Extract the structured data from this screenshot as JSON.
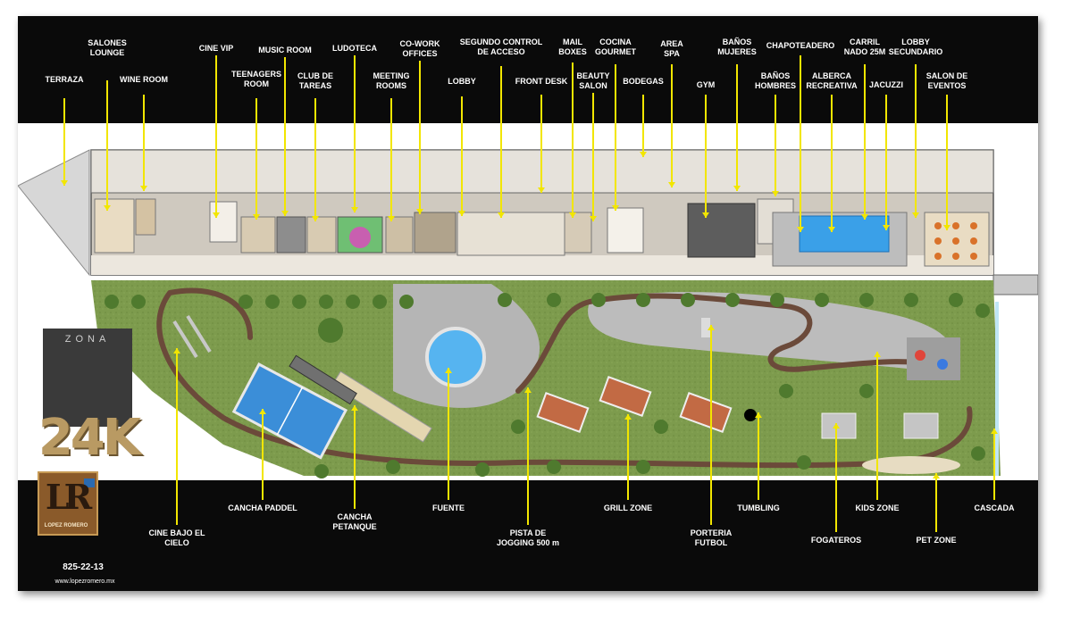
{
  "top_labels": [
    {
      "id": "terraza",
      "text": "TERRAZA"
    },
    {
      "id": "salones-lounge",
      "text": "SALONES\nLOUNGE"
    },
    {
      "id": "wine-room",
      "text": "WINE ROOM"
    },
    {
      "id": "cine-vip",
      "text": "CINE VIP"
    },
    {
      "id": "teenagers-room",
      "text": "TEENAGERS\nROOM"
    },
    {
      "id": "music-room",
      "text": "MUSIC ROOM"
    },
    {
      "id": "club-de-tareas",
      "text": "CLUB DE\nTAREAS"
    },
    {
      "id": "ludoteca",
      "text": "LUDOTECA"
    },
    {
      "id": "meeting-rooms",
      "text": "MEETING\nROOMS"
    },
    {
      "id": "co-work-offices",
      "text": "CO-WORK\nOFFICES"
    },
    {
      "id": "lobby",
      "text": "LOBBY"
    },
    {
      "id": "segundo-control",
      "text": "SEGUNDO CONTROL\nDE ACCESO"
    },
    {
      "id": "front-desk",
      "text": "FRONT DESK"
    },
    {
      "id": "mail-boxes",
      "text": "MAIL\nBOXES"
    },
    {
      "id": "cocina-gourmet",
      "text": "COCINA\nGOURMET"
    },
    {
      "id": "beauty-salon",
      "text": "BEAUTY\nSALON"
    },
    {
      "id": "bodegas",
      "text": "BODEGAS"
    },
    {
      "id": "area-spa",
      "text": "AREA\nSPA"
    },
    {
      "id": "gym",
      "text": "GYM"
    },
    {
      "id": "banos-mujeres",
      "text": "BAÑOS\nMUJERES"
    },
    {
      "id": "chapoteadero",
      "text": "CHAPOTEADERO"
    },
    {
      "id": "banos-hombres",
      "text": "BAÑOS\nHOMBRES"
    },
    {
      "id": "carril-nado",
      "text": "CARRIL\nNADO 25M"
    },
    {
      "id": "alberca-recreativa",
      "text": "ALBERCA\nRECREATIVA"
    },
    {
      "id": "jacuzzi",
      "text": "JACUZZI"
    },
    {
      "id": "lobby-secundario",
      "text": "LOBBY\nSECUNDARIO"
    },
    {
      "id": "salon-de-eventos",
      "text": "SALON DE\nEVENTOS"
    }
  ],
  "bottom_labels": [
    {
      "id": "cine-bajo-el-cielo",
      "text": "CINE BAJO EL\nCIELO"
    },
    {
      "id": "cancha-paddel",
      "text": "CANCHA PADDEL"
    },
    {
      "id": "cancha-petanque",
      "text": "CANCHA\nPETANQUE"
    },
    {
      "id": "fuente",
      "text": "FUENTE"
    },
    {
      "id": "pista-jogging",
      "text": "PISTA DE\nJOGGING 500 m"
    },
    {
      "id": "grill-zone",
      "text": "GRILL ZONE"
    },
    {
      "id": "porteria-futbol",
      "text": "PORTERIA\nFUTBOL"
    },
    {
      "id": "tumbling",
      "text": "TUMBLING"
    },
    {
      "id": "fogateros",
      "text": "FOGATEROS"
    },
    {
      "id": "kids-zone",
      "text": "KIDS ZONE"
    },
    {
      "id": "pet-zone",
      "text": "PET ZONE"
    },
    {
      "id": "cascada",
      "text": "CASCADA"
    }
  ],
  "branding": {
    "zona": "ZONA",
    "big": "24K",
    "logo_letters": "LR",
    "logo_name": "LOPEZ ROMERO",
    "phone": "825-22-13",
    "website": "www.lopezromero.mx"
  },
  "colors": {
    "background": "#0a0a0a",
    "label_text": "#ffffff",
    "leader_line": "#f2e600",
    "lawn": "#7a9a4a",
    "jogging_track": "#6b4a3a",
    "paving": "#b5b5b5",
    "pool_water": "#3aa0e8",
    "padel_court": "#3b8ed8",
    "building_floor": "#d9d2c6",
    "gold": "#b99a63"
  }
}
